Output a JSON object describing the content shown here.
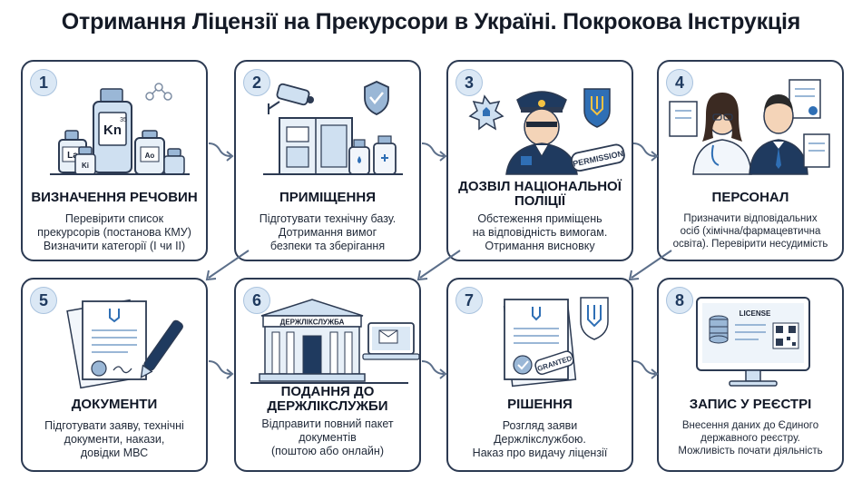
{
  "title": "Отримання Ліцензії на Прекурсори в Україні. Покрокова Інструкція",
  "colors": {
    "border": "#2c3a52",
    "accent": "#2f6fb5",
    "light": "#dbe8f5",
    "badge_text": "#1f3a5f"
  },
  "steps": [
    {
      "number": "1",
      "title": "Визначення речовин",
      "icon": "chemical-bottles-icon",
      "lines": [
        "Перевірити список",
        "прекурсорів (постанова КМУ)",
        "Визначити категорії (І чи ІІ)"
      ],
      "labels": {
        "la": "La",
        "kn": "Kn",
        "ki": "Ki",
        "ao": "Ao",
        "n35": "35"
      }
    },
    {
      "number": "2",
      "title": "Приміщення",
      "icon": "secured-room-icon",
      "lines": [
        "Підготувати технічну базу.",
        "Дотримання вимог",
        "безпеки та зберігання"
      ]
    },
    {
      "number": "3",
      "title_lines": [
        "Дозвіл національної",
        "поліції"
      ],
      "icon": "police-officer-icon",
      "lines": [
        "Обстеження приміщень",
        "на відповідність вимогам.",
        "Отримання висновку"
      ],
      "stamp": "PERMISSION"
    },
    {
      "number": "4",
      "title": "Персонал",
      "icon": "staff-icon",
      "lines": [
        "Призначити відповідальних",
        "осіб (хімічна/фармацевтична",
        "освіта). Перевірити несудимість"
      ]
    },
    {
      "number": "5",
      "title": "Документи",
      "icon": "documents-icon",
      "lines": [
        "Підготувати заяву, технічні",
        "документи, накази,",
        "довідки МВС"
      ]
    },
    {
      "number": "6",
      "title_lines": [
        "Подання до",
        "Держлікслужби"
      ],
      "icon": "government-building-icon",
      "lines": [
        "Відправити повний пакет",
        "документів",
        "(поштою або онлайн)"
      ],
      "building_sign": "ДЕРЖЛІКСЛУЖБА"
    },
    {
      "number": "7",
      "title": "Рішення",
      "icon": "decision-document-icon",
      "lines": [
        "Розгляд заяви",
        "Держлікслужбою.",
        "Наказ про видачу ліцензії"
      ],
      "stamp": "GRANTED"
    },
    {
      "number": "8",
      "title": "Запис у реєстрі",
      "icon": "registry-monitor-icon",
      "lines": [
        "Внесення даних до Єдиного",
        "державного реєстру.",
        "Можливість почати діяльність"
      ],
      "screen_label": "LICENSE"
    }
  ]
}
